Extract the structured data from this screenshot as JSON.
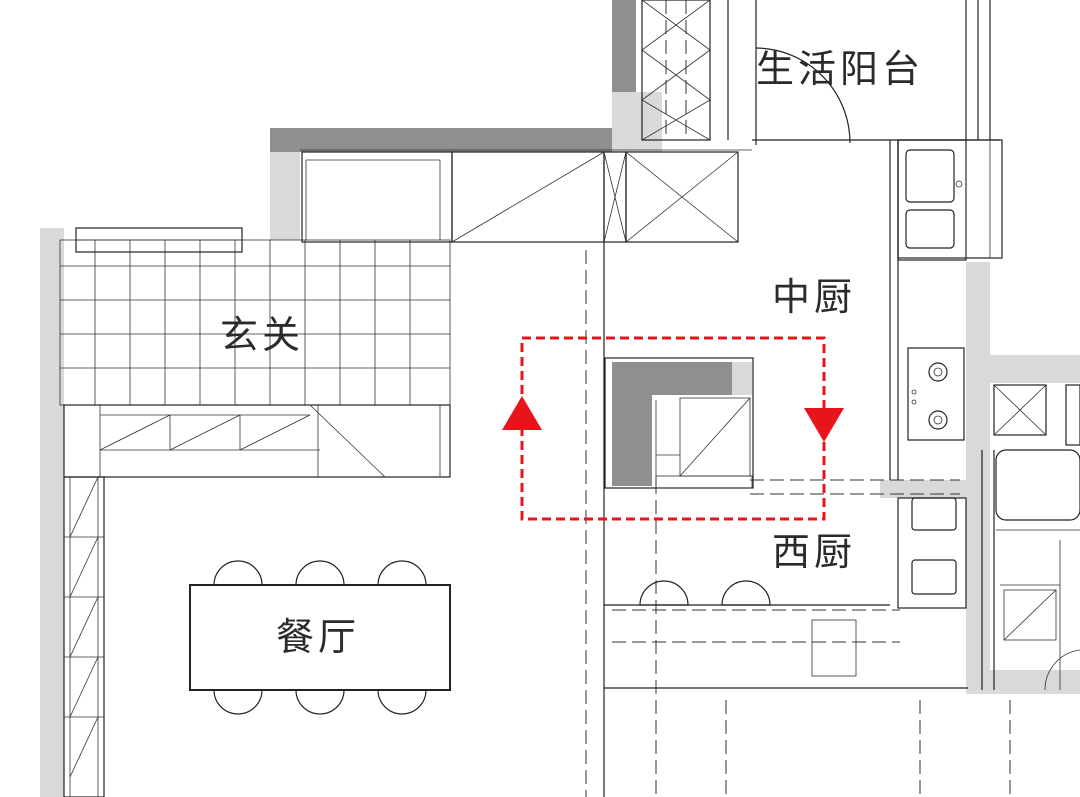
{
  "rooms": {
    "balcony": "生活阳台",
    "entrance": "玄关",
    "middle_kitchen": "中厨",
    "western_kitchen": "西厨",
    "dining": "餐厅"
  },
  "colors": {
    "wall_light": "#d9d9d9",
    "wall_dark": "#8f8f8f",
    "line": "#222222",
    "circulation_arrow": "#e8141c"
  },
  "annotations": {
    "circulation_loop": "red dashed loop with up and down arrows around island"
  }
}
